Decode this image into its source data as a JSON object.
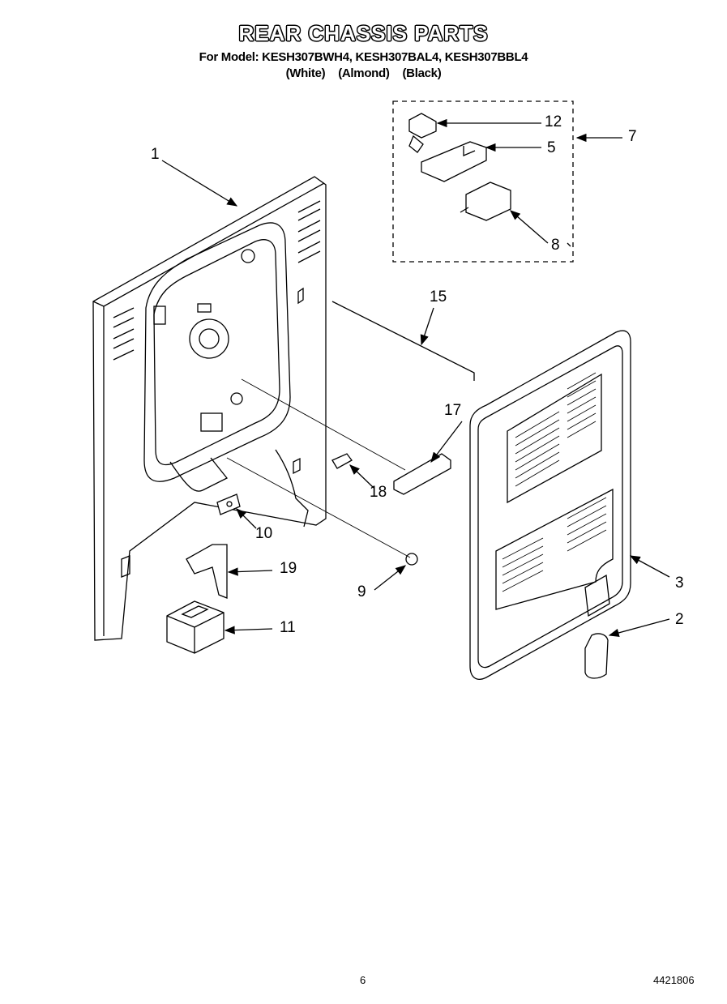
{
  "header": {
    "title": "REAR CHASSIS PARTS",
    "model_line": "For Model: KESH307BWH4, KESH307BAL4, KESH307BBL4",
    "colors": [
      "(White)",
      "(Almond)",
      "(Black)"
    ]
  },
  "callouts": {
    "n1": "1",
    "n2": "2",
    "n3": "3",
    "n5": "5",
    "n7": "7",
    "n8": "8",
    "n9": "9",
    "n10": "10",
    "n11": "11",
    "n12": "12",
    "n15": "15",
    "n17": "17",
    "n18": "18",
    "n19": "19"
  },
  "footer": {
    "page": "6",
    "doc_number": "4421806"
  }
}
